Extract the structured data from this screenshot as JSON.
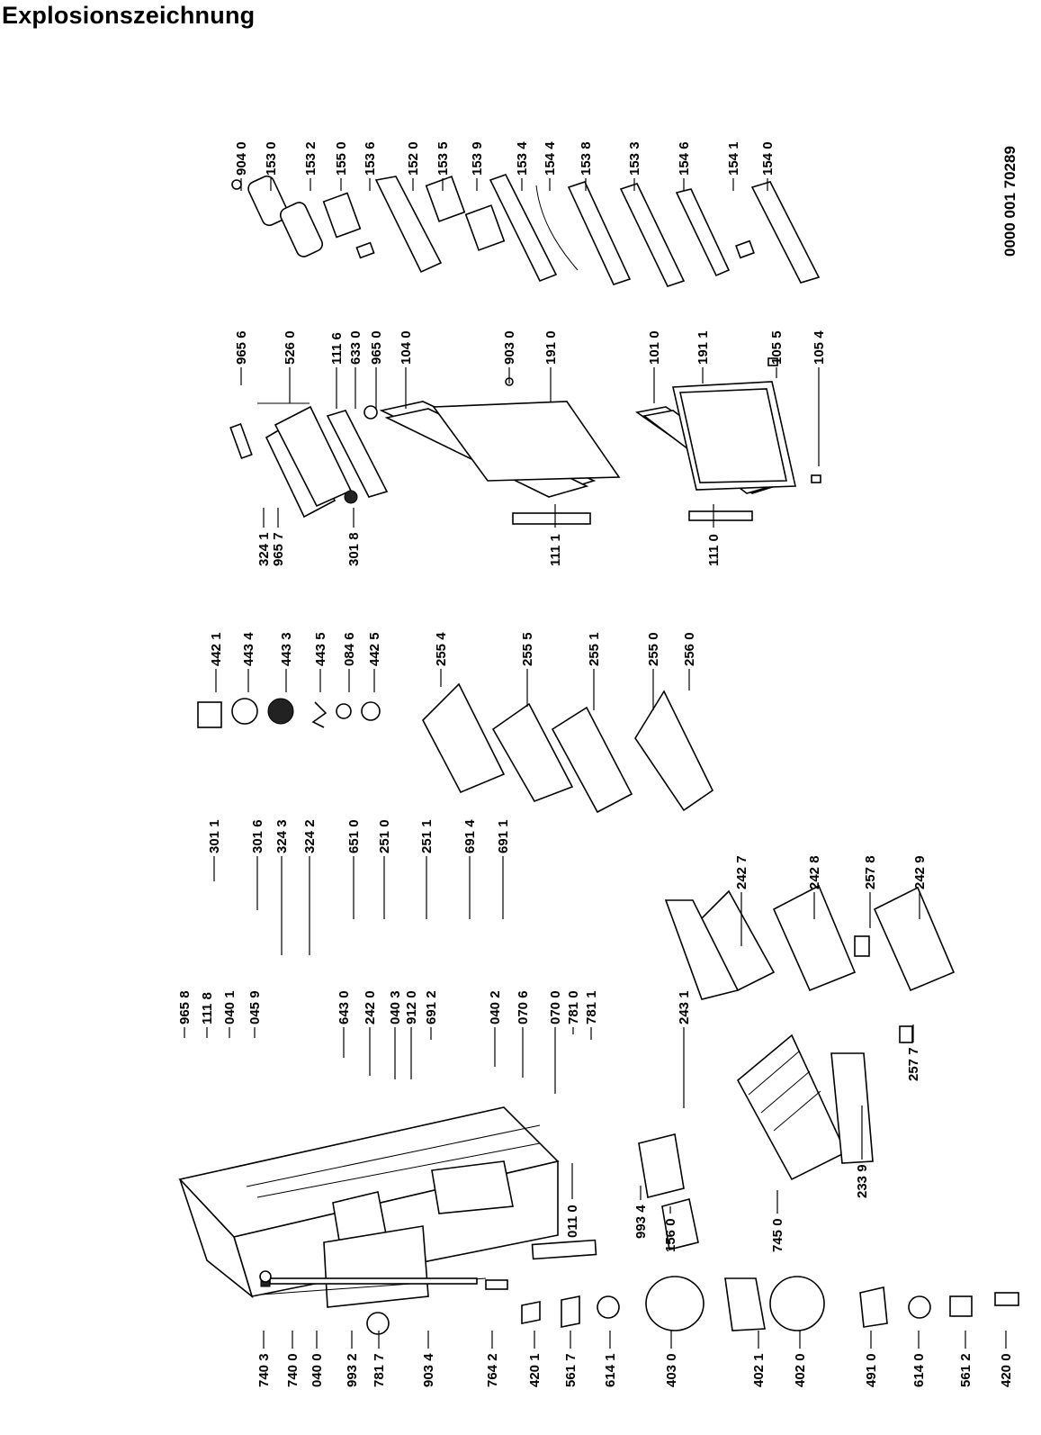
{
  "title": "Explosionszeichnung",
  "document_number": "0000 001 70289",
  "parts": {
    "p9040": "904 0",
    "p1530": "153 0",
    "p1532": "153 2",
    "p1550": "155 0",
    "p1536": "153 6",
    "p1520": "152 0",
    "p1535": "153 5",
    "p1539": "153 9",
    "p1534": "153 4",
    "p1544": "154 4",
    "p1538": "153 8",
    "p1533": "153 3",
    "p1546": "154 6",
    "p1541": "154 1",
    "p1540": "154 0",
    "p9656": "965 6",
    "p5260": "526 0",
    "p1116": "111 6",
    "p6330": "633 0",
    "p9650": "965 0",
    "p1040": "104 0",
    "p9030": "903 0",
    "p1910": "191 0",
    "p1010": "101 0",
    "p1911": "191 1",
    "p1055": "105 5",
    "p1054": "105 4",
    "p3241": "324 1",
    "p9657": "965 7",
    "p3018": "301 8",
    "p1111": "111 1",
    "p1110": "111 0",
    "p4421": "442 1",
    "p4434": "443 4",
    "p4433": "443 3",
    "p4435": "443 5",
    "p0846": "084 6",
    "p4425": "442 5",
    "p2554": "255 4",
    "p2555": "255 5",
    "p2551": "255 1",
    "p2550": "255 0",
    "p2560": "256 0",
    "p3011": "301 1",
    "p3016": "301 6",
    "p3243": "324 3",
    "p3242": "324 2",
    "p6510": "651 0",
    "p2510": "251 0",
    "p2511": "251 1",
    "p6914": "691 4",
    "p6911": "691 1",
    "p9658": "965 8",
    "p1118": "111 8",
    "p0401": "040 1",
    "p0459": "045 9",
    "p6430": "643 0",
    "p2420": "242 0",
    "p0403": "040 3",
    "p9120": "912 0",
    "p6912": "691 2",
    "p0402": "040 2",
    "p0706": "070 6",
    "p0700": "070 0",
    "p7810": "781 0",
    "p7811": "781 1",
    "p2427": "242 7",
    "p2428": "242 8",
    "p2578": "257 8",
    "p2429": "242 9",
    "p2431": "243 1",
    "p2577": "257 7",
    "p9934": "993 4",
    "p1560": "156 0",
    "p7450": "745 0",
    "p2339": "233 9",
    "p0110": "011 0",
    "p7403": "740 3",
    "p7400": "740 0",
    "p0400": "040 0",
    "p9932": "993 2",
    "p7817": "781 7",
    "p9034": "903 4",
    "p7642": "764 2",
    "p4201": "420 1",
    "p5617": "561 7",
    "p6141": "614 1",
    "p4030": "403 0",
    "p4021": "402 1",
    "p4020": "402 0",
    "p4910": "491 0",
    "p6140": "614 0",
    "p5612": "561 2",
    "p4200": "420 0"
  }
}
